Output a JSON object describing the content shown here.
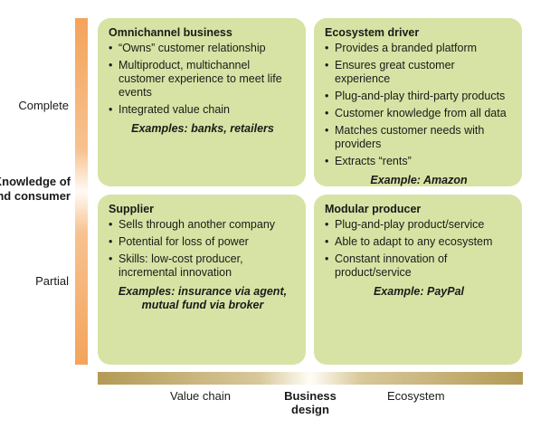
{
  "y_axis": {
    "title": "Knowledge of end consumer",
    "top_label": "Complete",
    "bottom_label": "Partial"
  },
  "x_axis": {
    "title": "Business design",
    "left_label": "Value chain",
    "right_label": "Ecosystem"
  },
  "quadrants": {
    "top_left": {
      "title": "Omnichannel business",
      "bullets": [
        "“Owns” customer relationship",
        "Multiproduct, multichannel customer experience to meet life events",
        "Integrated value chain"
      ],
      "example": "Examples: banks, retailers"
    },
    "top_right": {
      "title": "Ecosystem driver",
      "bullets": [
        "Provides a branded platform",
        "Ensures great customer experience",
        "Plug-and-play third-party products",
        "Customer knowledge from all data",
        "Matches customer needs with providers",
        "Extracts “rents”"
      ],
      "example": "Example: Amazon"
    },
    "bottom_left": {
      "title": "Supplier",
      "bullets": [
        "Sells through another company",
        "Potential for loss of power",
        "Skills: low-cost producer, incremental innovation"
      ],
      "example": "Examples: insurance via agent, mutual fund via broker"
    },
    "bottom_right": {
      "title": "Modular producer",
      "bullets": [
        "Plug-and-play product/service",
        "Able to adapt to any ecosystem",
        "Constant innovation of product/service"
      ],
      "example": "Example: PayPal"
    }
  },
  "colors": {
    "quadrant_fill": "#d7e3a4",
    "vertical_bar": "#f4a35b",
    "horizontal_bar": "#b39a55"
  }
}
